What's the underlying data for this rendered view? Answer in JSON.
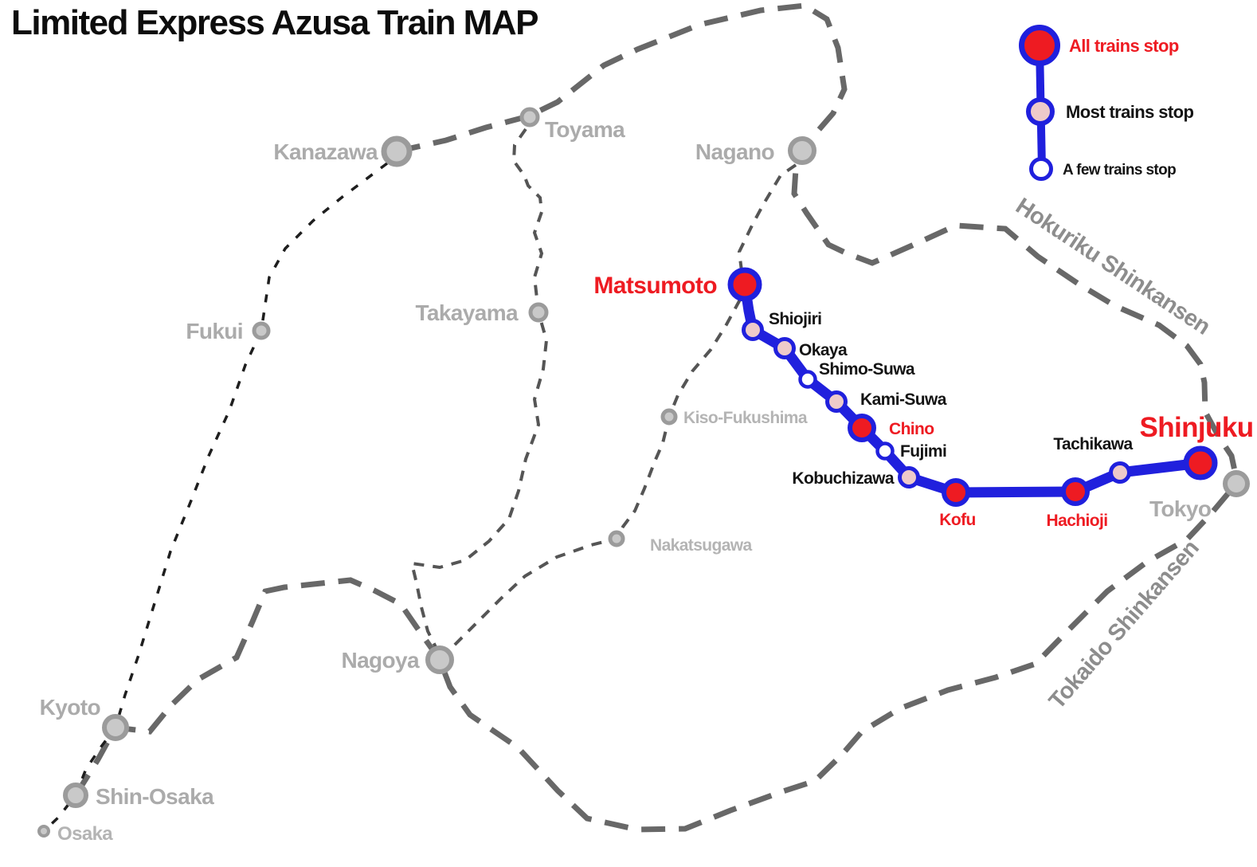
{
  "title": "Limited Express Azusa Train MAP",
  "legend": {
    "all_trains": "All trains stop",
    "most_trains": "Most trains stop",
    "few_trains": "A few trains stop"
  },
  "rail_lines": {
    "hokuriku": "Hokuriku Shinkansen",
    "tokaido": "Tokaido Shinkansen"
  },
  "azusa_route": {
    "stations": [
      {
        "name": "Matsumoto",
        "stop_type": "all"
      },
      {
        "name": "Shiojiri",
        "stop_type": "most"
      },
      {
        "name": "Okaya",
        "stop_type": "most"
      },
      {
        "name": "Shimo-Suwa",
        "stop_type": "few"
      },
      {
        "name": "Kami-Suwa",
        "stop_type": "most"
      },
      {
        "name": "Chino",
        "stop_type": "all"
      },
      {
        "name": "Fujimi",
        "stop_type": "few"
      },
      {
        "name": "Kobuchizawa",
        "stop_type": "most"
      },
      {
        "name": "Kofu",
        "stop_type": "all"
      },
      {
        "name": "Hachioji",
        "stop_type": "all"
      },
      {
        "name": "Tachikawa",
        "stop_type": "most"
      },
      {
        "name": "Shinjuku",
        "stop_type": "all"
      }
    ]
  },
  "other_cities": {
    "kanazawa": "Kanazawa",
    "toyama": "Toyama",
    "nagano": "Nagano",
    "takayama": "Takayama",
    "fukui": "Fukui",
    "kiso_fukushima": "Kiso-Fukushima",
    "nakatsugawa": "Nakatsugawa",
    "nagoya": "Nagoya",
    "kyoto": "Kyoto",
    "shin_osaka": "Shin-Osaka",
    "osaka": "Osaka",
    "tokyo": "Tokyo"
  },
  "colors": {
    "route_blue": "#2020dd",
    "all_stop_red": "#ee1b22",
    "most_stop_pink": "#eecaca",
    "few_stop_white": "#ffffff",
    "shinkansen_gray": "#686868",
    "city_gray": "#ababab"
  }
}
